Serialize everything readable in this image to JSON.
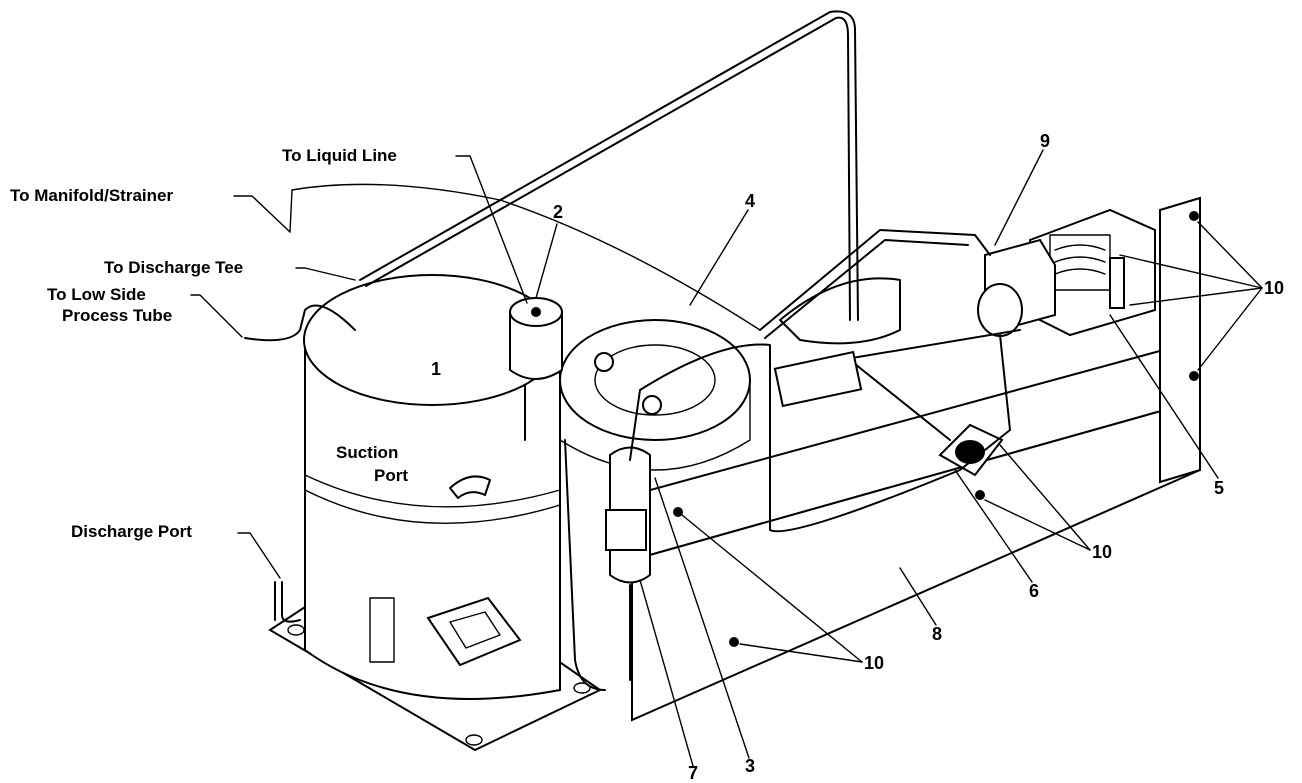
{
  "labels": {
    "to_manifold_strainer": "To Manifold/Strainer",
    "to_liquid_line": "To Liquid Line",
    "to_discharge_tee": "To Discharge Tee",
    "to_low_side_line1": "To Low Side",
    "to_low_side_line2": "Process Tube",
    "suction_line1": "Suction",
    "suction_line2": "Port",
    "discharge_port": "Discharge Port"
  },
  "callouts": {
    "n1": "1",
    "n2": "2",
    "n3": "3",
    "n4": "4",
    "n5": "5",
    "n6": "6",
    "n7": "7",
    "n8": "8",
    "n9": "9",
    "n10a": "10",
    "n10b": "10",
    "n10c": "10"
  }
}
